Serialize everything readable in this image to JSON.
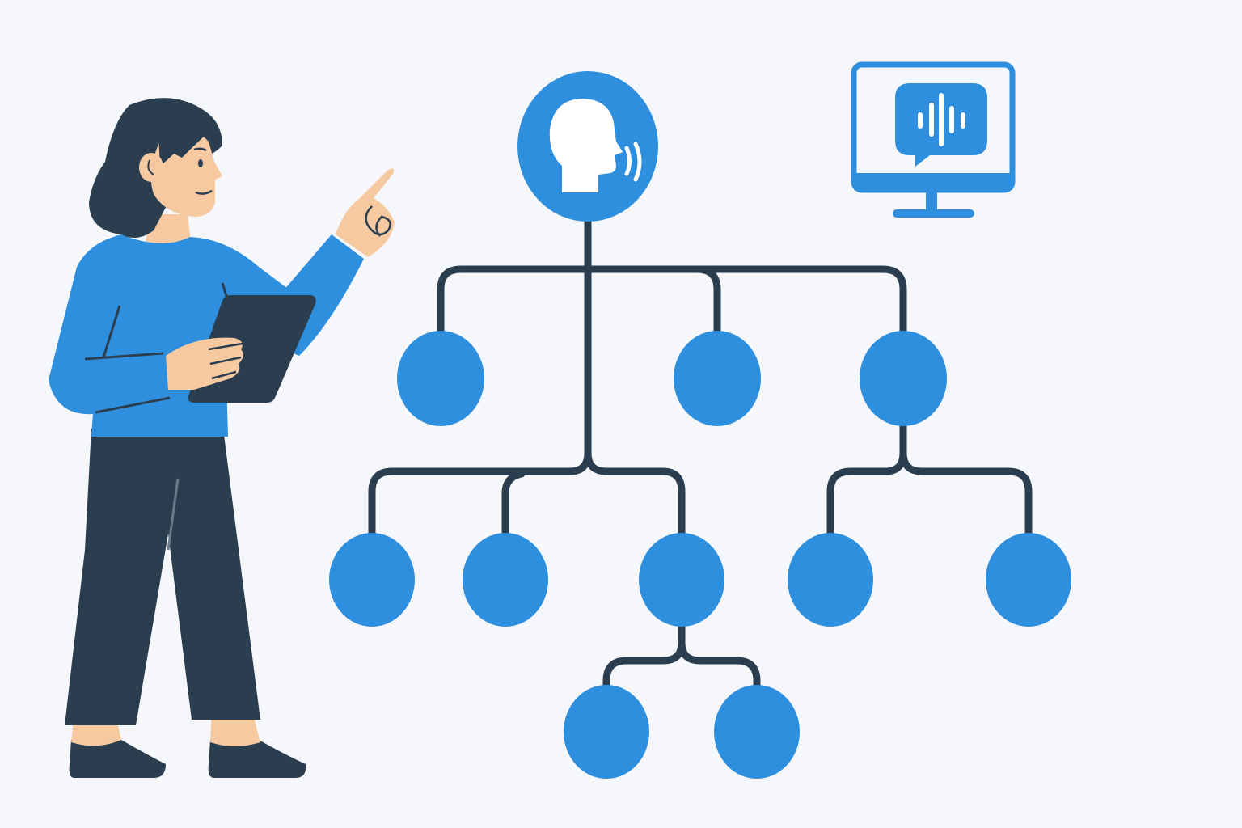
{
  "colors": {
    "background": "#F6F7FA",
    "accent_blue": "#2F8FDF",
    "dark_navy": "#2B3E50",
    "skin": "#F7C9A1",
    "white": "#FFFFFF"
  },
  "icons": {
    "root": "speaking-head-icon",
    "monitor": "monitor-voice-message-icon",
    "speech_bubble": "audio-waveform-icon"
  },
  "tree": {
    "root": "speaking-head-node",
    "levels": [
      3,
      5,
      2
    ]
  }
}
